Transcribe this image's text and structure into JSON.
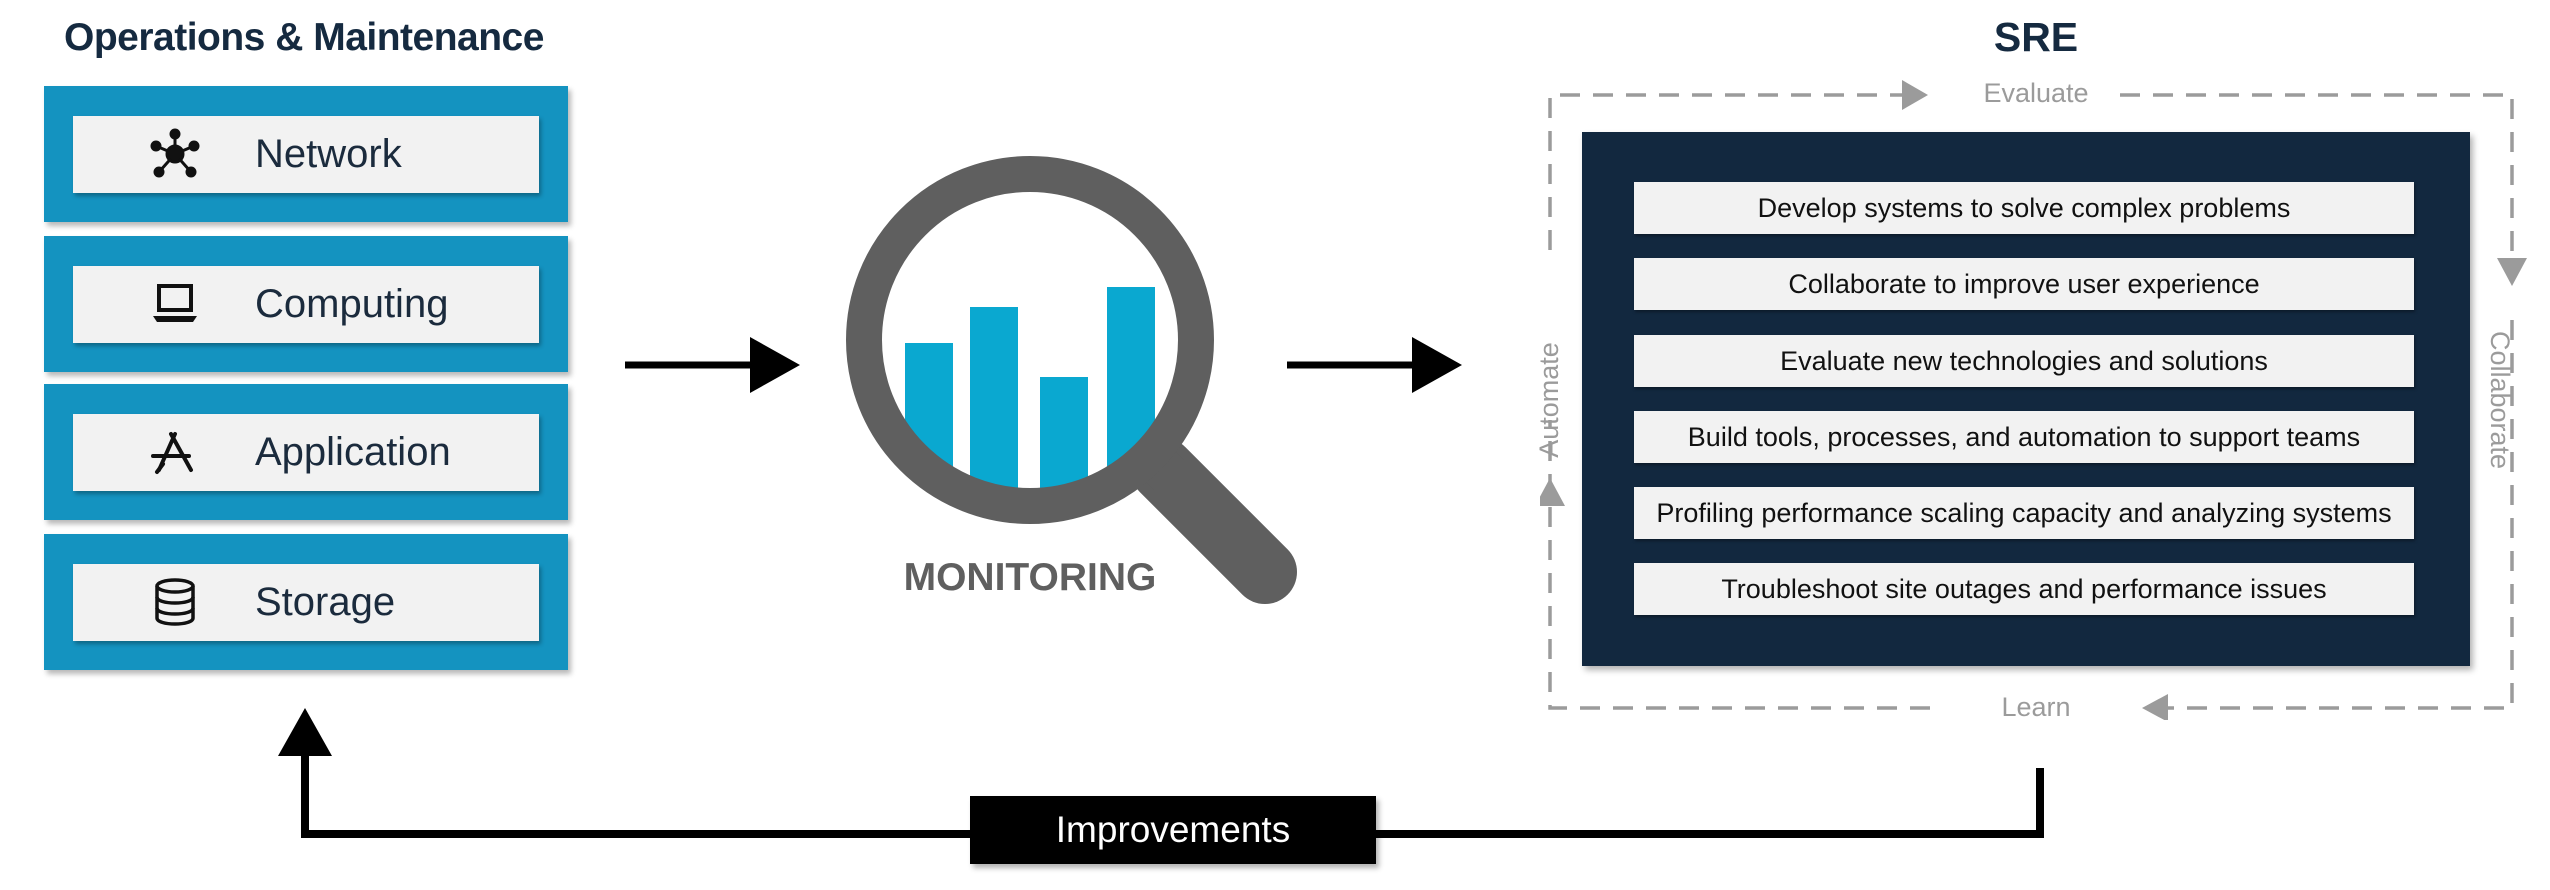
{
  "operations": {
    "title": "Operations & Maintenance",
    "items": [
      {
        "label": "Network",
        "icon": "network-icon"
      },
      {
        "label": "Computing",
        "icon": "laptop-icon"
      },
      {
        "label": "Application",
        "icon": "app-store-icon"
      },
      {
        "label": "Storage",
        "icon": "database-icon"
      }
    ]
  },
  "monitoring": {
    "label": "MONITORING",
    "icon": "magnifier-chart-icon"
  },
  "sre": {
    "title": "SRE",
    "items": [
      "Develop systems to solve complex problems",
      "Collaborate to improve user experience",
      "Evaluate new technologies and solutions",
      "Build tools, processes, and automation to support teams",
      "Profiling performance scaling capacity and analyzing systems",
      "Troubleshoot site outages and performance issues"
    ],
    "cycle": {
      "top": "Evaluate",
      "right": "Collaborate",
      "bottom": "Learn",
      "left": "Automate"
    }
  },
  "feedback": {
    "label": "Improvements"
  },
  "colors": {
    "navy": "#12283f",
    "tile_blue": "#1493c0",
    "chart_blue": "#0aa8d0",
    "magnifier_gray": "#5f5f5f",
    "cycle_gray": "#9b9b9b"
  }
}
